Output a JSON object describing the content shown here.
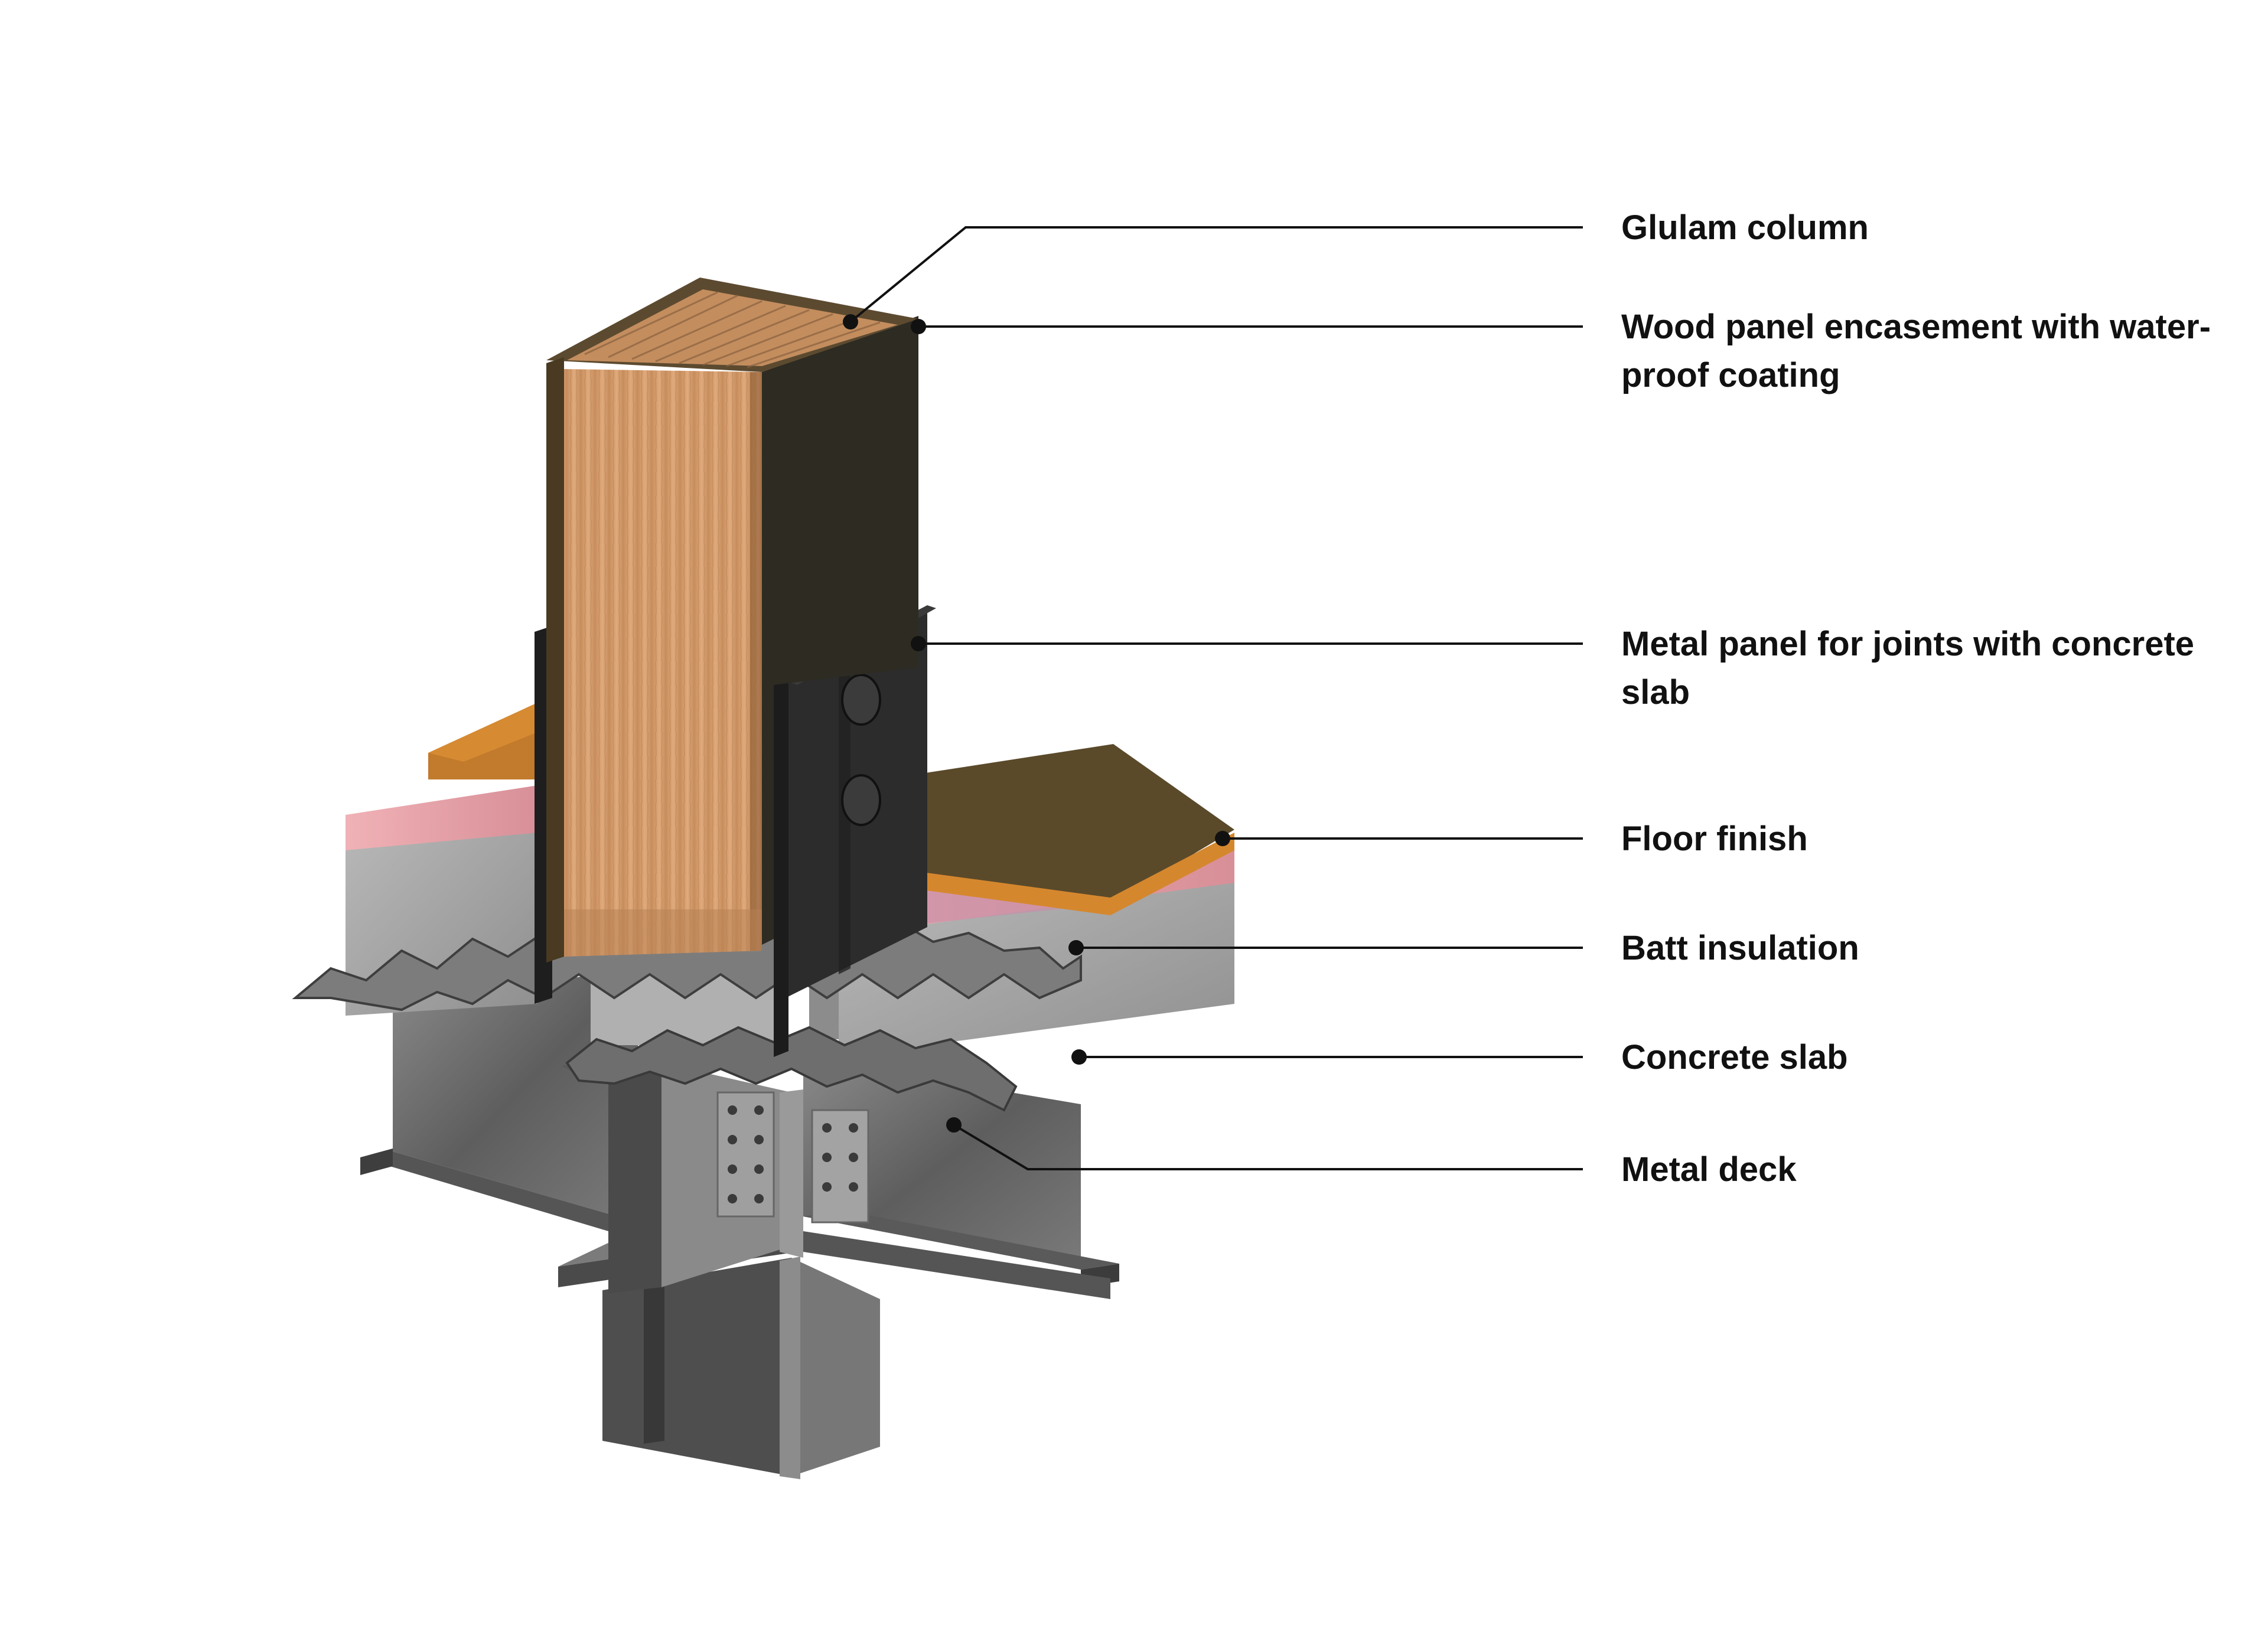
{
  "labels": {
    "glulam_column": "Glulam column",
    "wood_panel": "Wood panel encasement with water-\nproof coating",
    "metal_panel": "Metal panel for joints with concrete\nslab",
    "floor_finish": "Floor finish",
    "batt_insulation": "Batt insulation",
    "concrete_slab": "Concrete slab",
    "metal_deck": "Metal deck"
  },
  "colors": {
    "leader_line": "#111111",
    "wood_face": "#d39a6a",
    "wood_top": "#c08a5c",
    "encasement_dark": "#2b2a24",
    "metal_plate": "#2a2a2a",
    "floor_finish_brown": "#5a4a28",
    "floor_finish_orange": "#d7892f",
    "insulation_pink": "#e8a0a6",
    "concrete_grey": "#a6a6a6",
    "steel_grey": "#6d6d6d"
  }
}
